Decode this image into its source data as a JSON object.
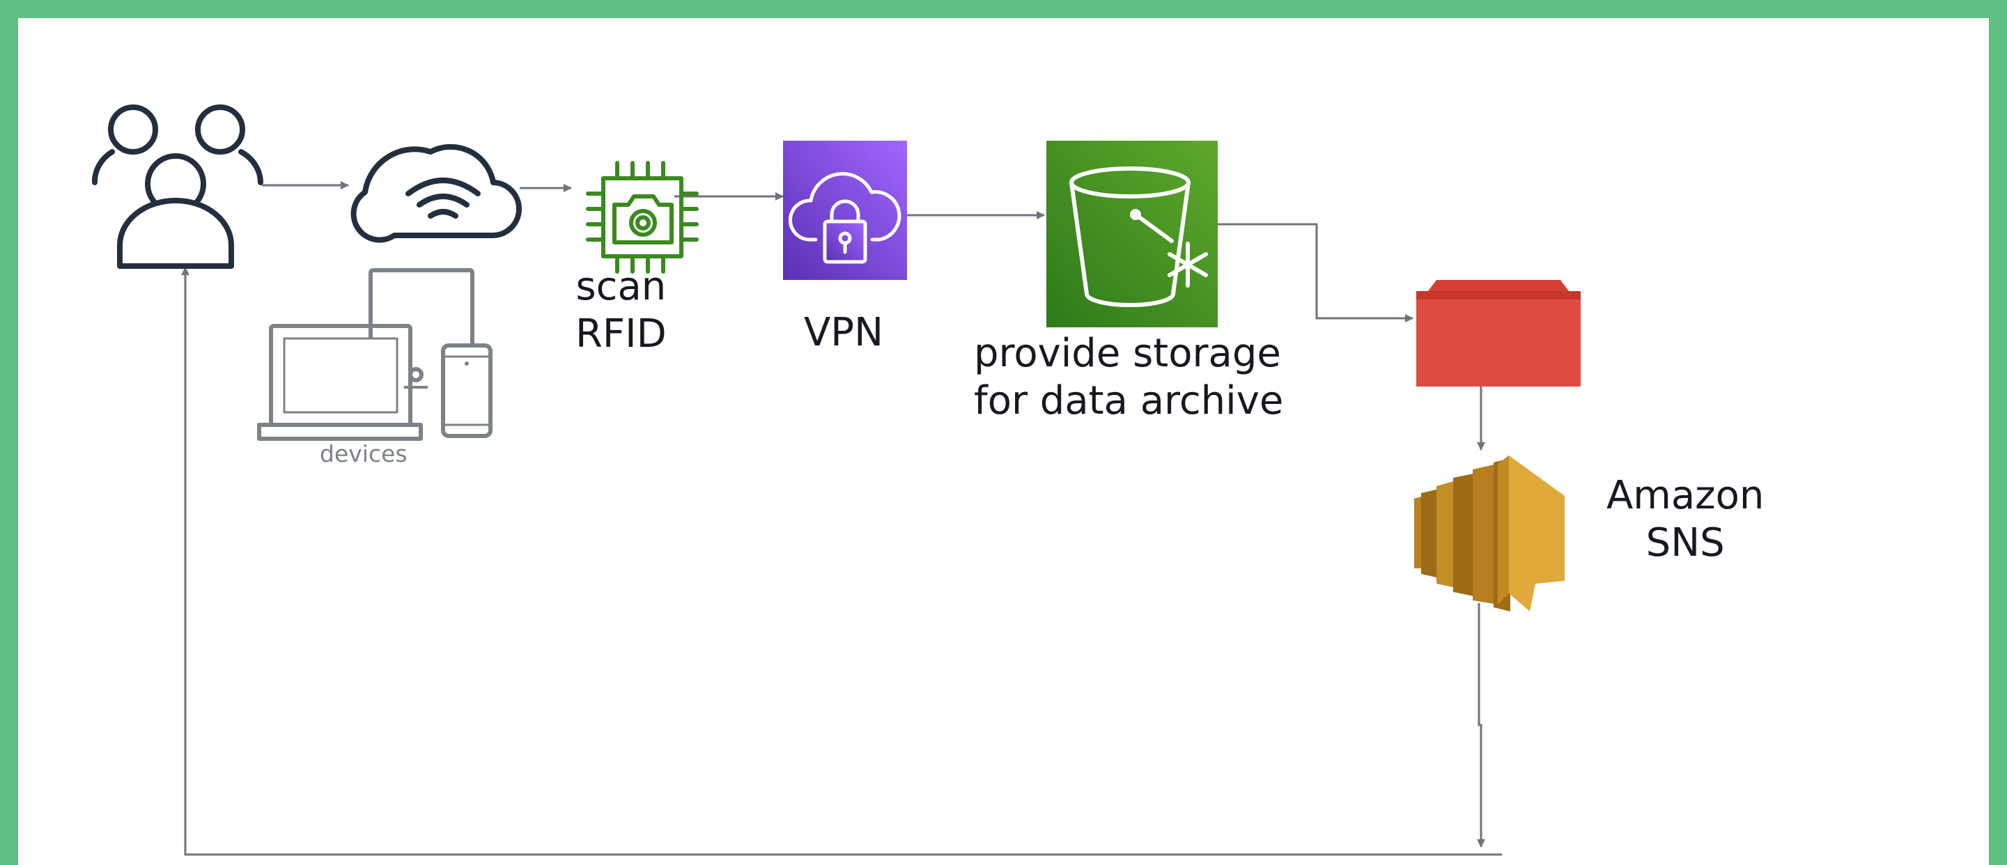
{
  "diagram": {
    "nodes": {
      "users": {
        "icon": "users-icon"
      },
      "cloud": {
        "icon": "cloud-wifi-icon"
      },
      "devices": {
        "icon": "devices-icon",
        "label": "devices"
      },
      "rfid": {
        "icon": "rfid-camera-chip-icon",
        "label": "scan\nRFID"
      },
      "vpn": {
        "icon": "vpn-cloud-lock-icon",
        "label": "VPN"
      },
      "storage": {
        "icon": "s3-glacier-bucket-icon",
        "label": "provide storage\nfor data archive"
      },
      "red_box": {
        "icon": "red-container-icon"
      },
      "sns": {
        "icon": "amazon-sns-icon",
        "label": "Amazon\nSNS"
      }
    },
    "colors": {
      "background": "#5ec183",
      "arrow": "#6f747a",
      "icon_dark": "#232f3e",
      "rfid_green": "#3b8a1f",
      "vpn_purple": "#8c4fff",
      "storage_green": "#3a8a22",
      "red_box": "#de4b42",
      "sns_gold": "#d9a233"
    }
  }
}
